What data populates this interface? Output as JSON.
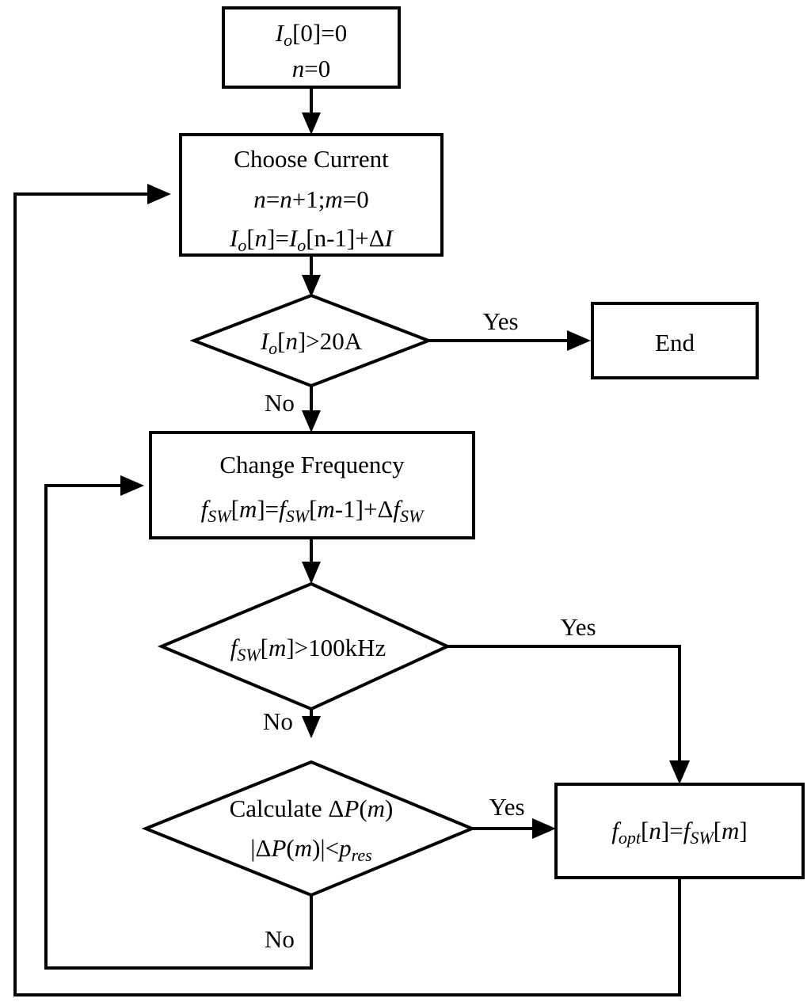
{
  "diagram": {
    "title": "Frequency optimization flowchart",
    "background_color": "#ffffff",
    "line_color": "#000000",
    "nodes": {
      "init": {
        "type": "process",
        "line1": "Iₒ[0]=0",
        "line2": "n=0"
      },
      "choose_current": {
        "type": "process",
        "line1": "Choose Current",
        "line2": "n=n+1;m=0",
        "line3": "Iₒ[n]=Iₒ[n-1]+ΔI"
      },
      "current_check": {
        "type": "decision",
        "line1": "Iₒ[n]>20A"
      },
      "end": {
        "type": "terminator",
        "line1": "End"
      },
      "change_frequency": {
        "type": "process",
        "line1": "Change Frequency",
        "line2": "fₛᵥᵥ[m]=fₛᵥᵥ[m-1]+Δfₛᵥᵥ"
      },
      "frequency_check": {
        "type": "decision",
        "line1": "fₛᵥᵥ[m]>100kHz"
      },
      "power_check": {
        "type": "decision",
        "line1": "Calculate ΔP(m)",
        "line2": "|ΔP(m)|<pᵣₑₛ"
      },
      "assign_fopt": {
        "type": "process",
        "line1": "fₒₚₜ[n]=fₛᵥᵥ[m]"
      }
    },
    "edge_labels": {
      "current_check_yes": "Yes",
      "current_check_no": "No",
      "frequency_check_yes": "Yes",
      "frequency_check_no": "No",
      "power_check_yes": "Yes",
      "power_check_no": "No"
    }
  }
}
